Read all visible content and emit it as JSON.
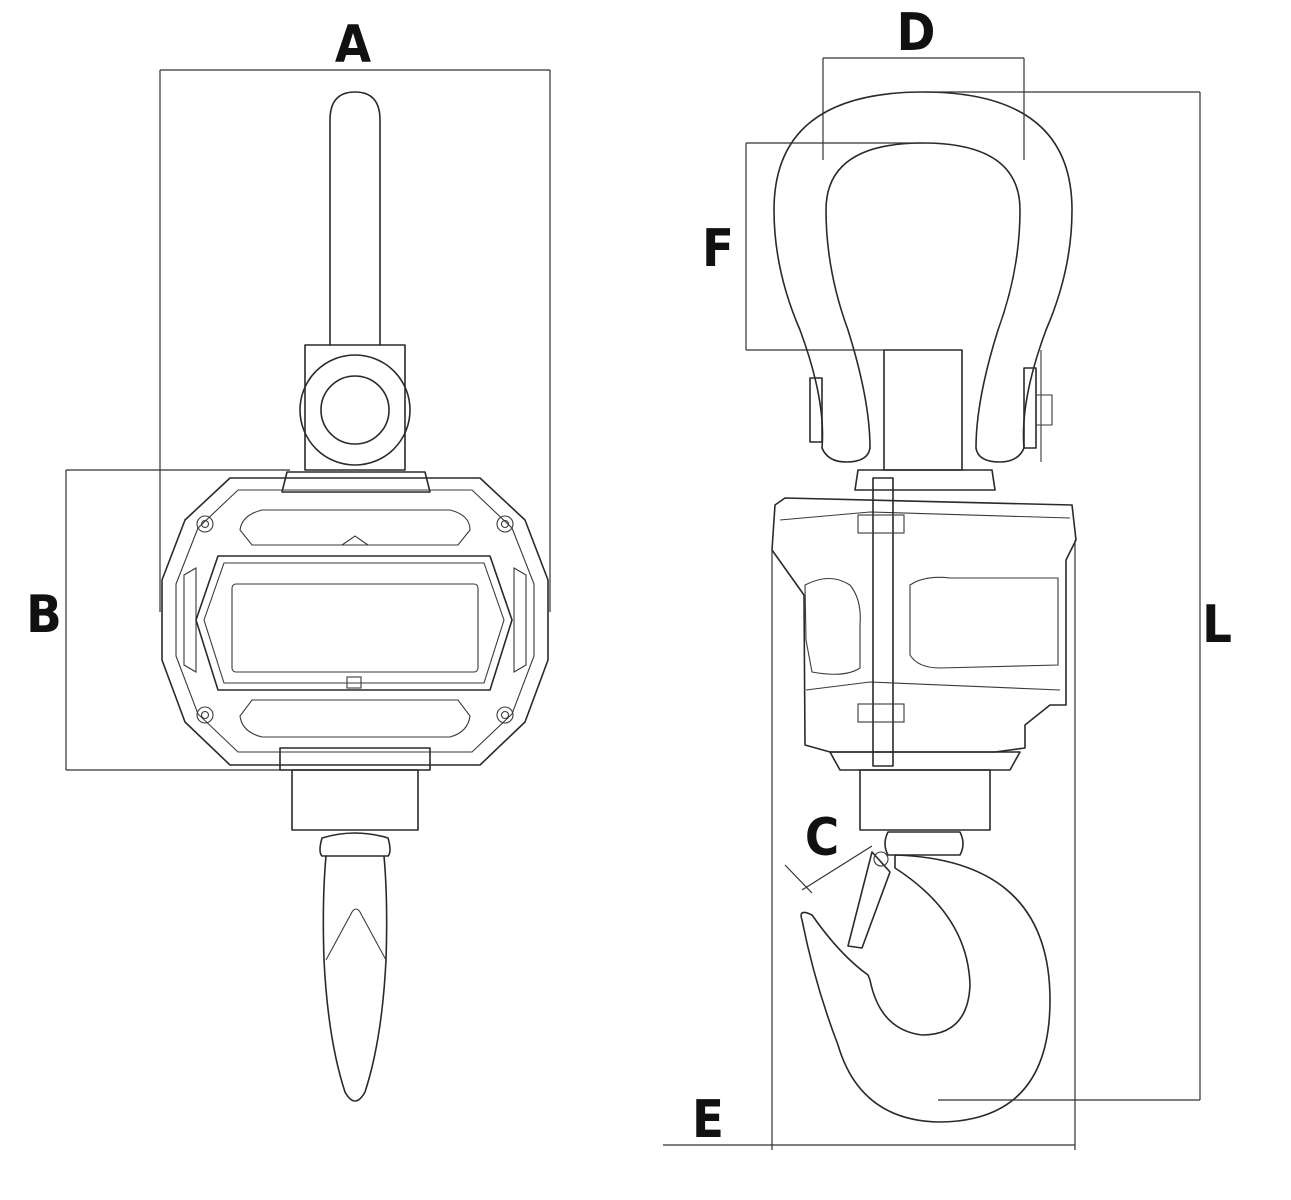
{
  "labels": {
    "A": "A",
    "B": "B",
    "C": "C",
    "D": "D",
    "E": "E",
    "F": "F",
    "L": "L"
  }
}
